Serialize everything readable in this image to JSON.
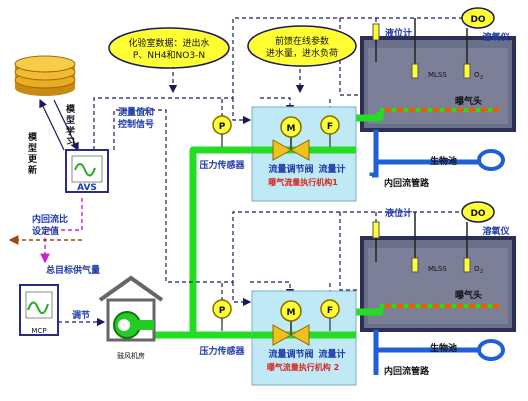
{
  "bubbles": {
    "lab_data_1": "化验室数据：进出水",
    "lab_data_2": "P、NH4和NO3-N",
    "feedforward_1": "前馈在线参数",
    "feedforward_2": "进水量，进水负荷"
  },
  "left": {
    "model_learning": [
      "模",
      "型",
      "学",
      "习"
    ],
    "model_update": [
      "模",
      "型",
      "更",
      "新"
    ],
    "avs": "AVS",
    "measure_control_1": "测量值和",
    "measure_control_2": "控制信号",
    "internal_ratio_1": "内回流比",
    "internal_ratio_2": "设定值",
    "total_air": "总目标供气量",
    "mcp": "MCP",
    "adjust": "调节",
    "blower_room": "鼓风机房"
  },
  "units": [
    {
      "pressure_sensor": "压力传感器",
      "flow_valve": "流量调节阀",
      "flow_meter": "流量计",
      "actuator": "曝气流量执行机构1",
      "level_meter": "液位计",
      "do": "DO",
      "do_meter": "溶氧仪",
      "mlss": "MLSS",
      "o2": "O",
      "o2_sub": "2",
      "aerator": "曝气头",
      "bio_tank": "生物池",
      "internal_pipe": "内回流管路"
    },
    {
      "pressure_sensor": "压力传感器",
      "flow_valve": "流量调节阀",
      "flow_meter": "流量计",
      "actuator": "曝气流量执行机构 2",
      "level_meter": "液位计",
      "do": "DO",
      "do_meter": "溶氧仪",
      "mlss": "MLSS",
      "o2": "O",
      "o2_sub": "2",
      "aerator": "曝气头",
      "bio_tank": "生物池",
      "internal_pipe": "内回流管路"
    }
  ],
  "symbols": {
    "pressure": "P",
    "motor": "M",
    "flow": "F"
  },
  "colors": {
    "air_pipe": "#22dd22",
    "water_pipe": "#1f5fd8",
    "tank": "#6a6f8a",
    "yellow": "#ffff33",
    "signal_magenta": "#cc22cc",
    "signal_dark": "#1a1a5a",
    "actuator_bg": "#bfe9f4"
  }
}
